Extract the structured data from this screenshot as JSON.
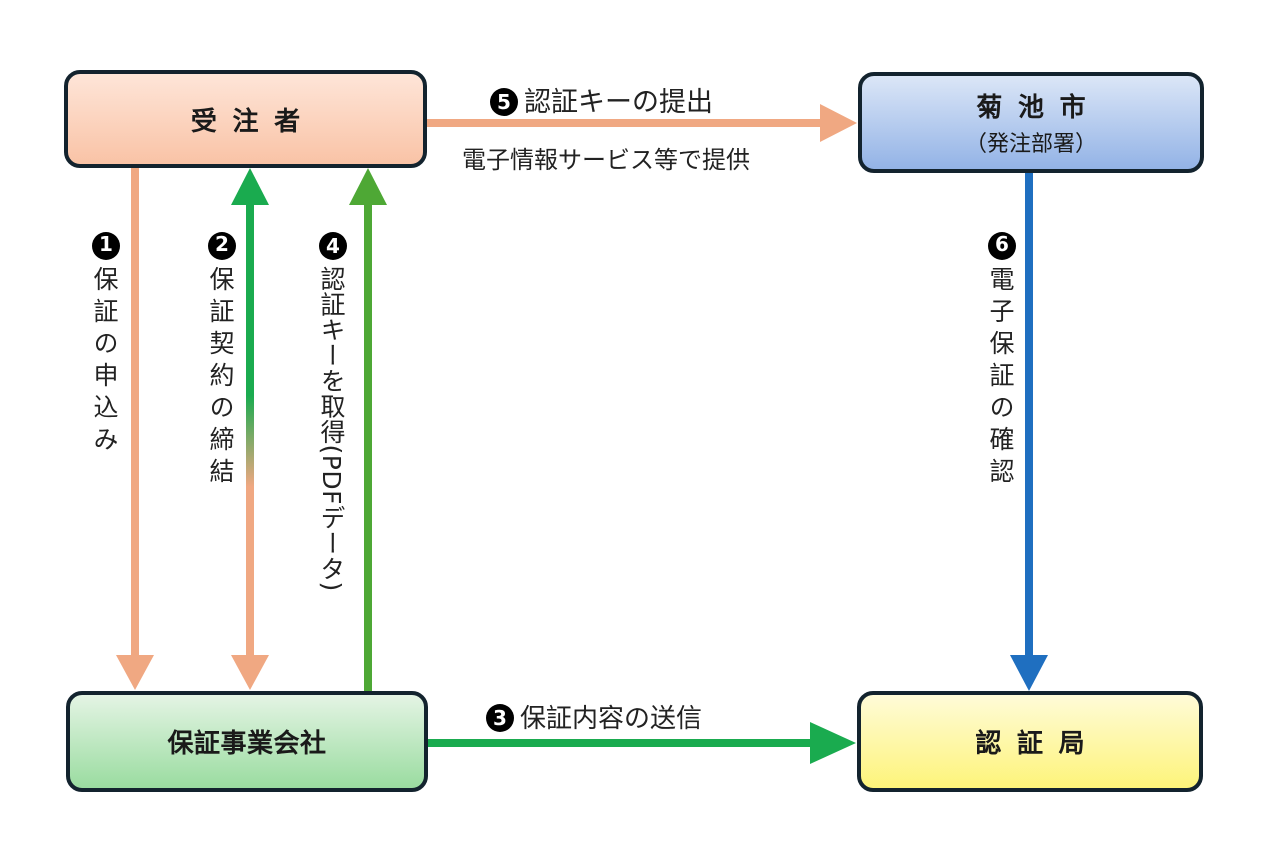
{
  "nodes": {
    "contractor": {
      "title": "受注者"
    },
    "city": {
      "title": "菊池市",
      "subtitle": "（発注部署）"
    },
    "guarantor": {
      "title": "保証事業会社"
    },
    "certification": {
      "title": "認証局"
    }
  },
  "steps": [
    {
      "number": "1",
      "label": "保証の申込",
      "label_end": "み",
      "from": "受注者",
      "to": "保証事業会社",
      "color": "#f0a882"
    },
    {
      "number": "2",
      "label": "保証契約の締結",
      "from": "保証事業会社",
      "to": "受注者",
      "bidirectional": true,
      "color_top": "#1aab4f",
      "color_bottom": "#f0a882"
    },
    {
      "number": "3",
      "label": "保証内容の送信",
      "from": "保証事業会社",
      "to": "認証局",
      "color": "#1aab4f"
    },
    {
      "number": "4",
      "label": "認証キーを取得(PDFデータ)",
      "label_main": "認証キーを取得",
      "label_paren": "(PDFデータ)",
      "from": "保証事業会社",
      "to": "受注者",
      "color": "#4ea835"
    },
    {
      "number": "5",
      "label": "認証キーの提出",
      "sublabel": "電子情報サービス等で提供",
      "from": "受注者",
      "to": "菊池市",
      "color": "#f0a882"
    },
    {
      "number": "6",
      "label": "電子保証の確認",
      "from": "菊池市",
      "to": "認証局",
      "color": "#1f6fc0"
    }
  ],
  "numerals": {
    "1": "1",
    "2": "2",
    "3": "3",
    "4": "4",
    "5": "5",
    "6": "6"
  }
}
